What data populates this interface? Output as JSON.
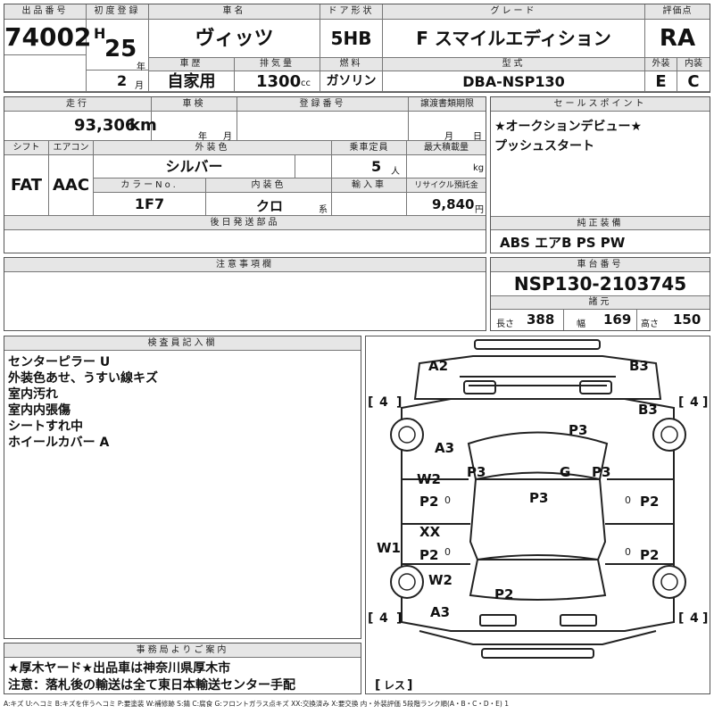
{
  "header": {
    "lot_no_label": "出品番号",
    "lot_no": "74002",
    "first_reg_label": "初度登録",
    "era": "H",
    "year": "25",
    "year_unit": "年",
    "month": "2",
    "month_unit": "月",
    "car_name_label": "車名",
    "car_name": "ヴィッツ",
    "door_label": "ドア形状",
    "door": "5HB",
    "grade_label": "グレード",
    "grade": "F スマイルエディション",
    "score_label": "評価点",
    "score": "RA",
    "history_label": "車歴",
    "history": "自家用",
    "displacement_label": "排気量",
    "displacement": "1300",
    "displacement_unit": "cc",
    "fuel_label": "燃料",
    "fuel": "ガソリン",
    "model_label": "型式",
    "model": "DBA-NSP130",
    "ext_grade_label": "外装",
    "ext_grade": "E",
    "int_grade_label": "内装",
    "int_grade": "C"
  },
  "row2": {
    "mileage_label": "走行",
    "mileage": "93,306",
    "mileage_unit": "km",
    "inspection_label": "車検",
    "insp_year_unit": "年",
    "insp_month_unit": "月",
    "reg_no_label": "登録番号",
    "transfer_label": "譲渡書類期限",
    "transfer_month_unit": "月",
    "transfer_day_unit": "日",
    "shift_label": "シフト",
    "shift": "FAT",
    "ac_label": "エアコン",
    "ac": "AAC",
    "ext_color_label": "外装色",
    "ext_color": "シルバー",
    "capacity_label": "乗車定員",
    "capacity": "5",
    "capacity_unit": "人",
    "max_load_label": "最大積載量",
    "max_load_unit": "kg",
    "color_no_label": "カラーNo.",
    "color_no": "1F7",
    "int_color_label": "内装色",
    "int_color": "クロ",
    "int_color_unit": "系",
    "import_label": "輸入車",
    "recycle_label": "リサイクル預託金",
    "recycle": "9,840",
    "recycle_unit": "円",
    "later_parts_label": "後日発送部品"
  },
  "sales_point": {
    "label": "セールスポイント",
    "lines": [
      "★オークションデビュー★",
      "プッシュスタート"
    ]
  },
  "equipment": {
    "label": "純正装備",
    "value": "ABS エアB PS PW"
  },
  "caution": {
    "label": "注意事項欄"
  },
  "chassis": {
    "label": "車台番号",
    "value": "NSP130-2103745",
    "dims_label": "諸元",
    "length_label": "長さ",
    "length": "388",
    "width_label": "幅",
    "width": "169",
    "height_label": "高さ",
    "height": "150"
  },
  "inspector": {
    "label": "検査員記入欄",
    "lines": [
      "センターピラー U",
      "外装色あせ、うすい線キズ",
      "室内汚れ",
      "室内内張傷",
      "シートすれ中",
      "ホイールカバー A"
    ]
  },
  "office": {
    "label": "事務局よりご案内",
    "lines": [
      "★厚木ヤード★出品車は神奈川県厚木市",
      "注意：落札後の輸送は全て東日本輸送センター手配"
    ]
  },
  "diagram": {
    "marks": {
      "a2": "A2",
      "b3_top": "B3",
      "b3_right": "B3",
      "a3_upper": "A3",
      "p3_roof": "P3",
      "w2_upper": "W2",
      "p3_left": "P3",
      "g": "G",
      "p3_right": "P3",
      "p2_front_left": "P2",
      "p3_center": "P3",
      "p2_front_right": "P2",
      "xx": "XX",
      "w1": "W1",
      "p2_rear_left": "P2",
      "p2_rear_right": "P2",
      "w2_lower": "W2",
      "p2_trunk": "P2",
      "a3_lower": "A3"
    },
    "tire_tl": "4",
    "tire_tr": "4",
    "tire_bl": "4",
    "tire_br": "4",
    "spare": "レス"
  },
  "legend": "A:キズ U:ヘコミ B:キズを伴うヘコミ P:要塗装 W:補修跡 S:錆 C:腐食 G:フロントガラス点キズ XX:交換済み X:要交換 内・外装評価 5段階ランク順(A・B・C・D・E) 1"
}
